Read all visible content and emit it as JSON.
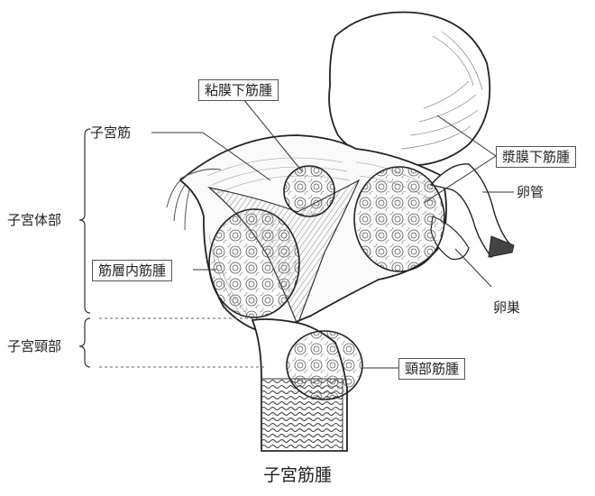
{
  "caption": "子宮筋腫",
  "labels": {
    "mucosal": "粘膜下筋腫",
    "uterine_muscle": "子宮筋",
    "serosal": "漿膜下筋腫",
    "fallopian_tube": "卵管",
    "uterine_body": "子宮体部",
    "intramural": "筋層内筋腫",
    "ovary": "卵巣",
    "cervix": "子宮頸部",
    "cervical": "頸部筋腫"
  }
}
